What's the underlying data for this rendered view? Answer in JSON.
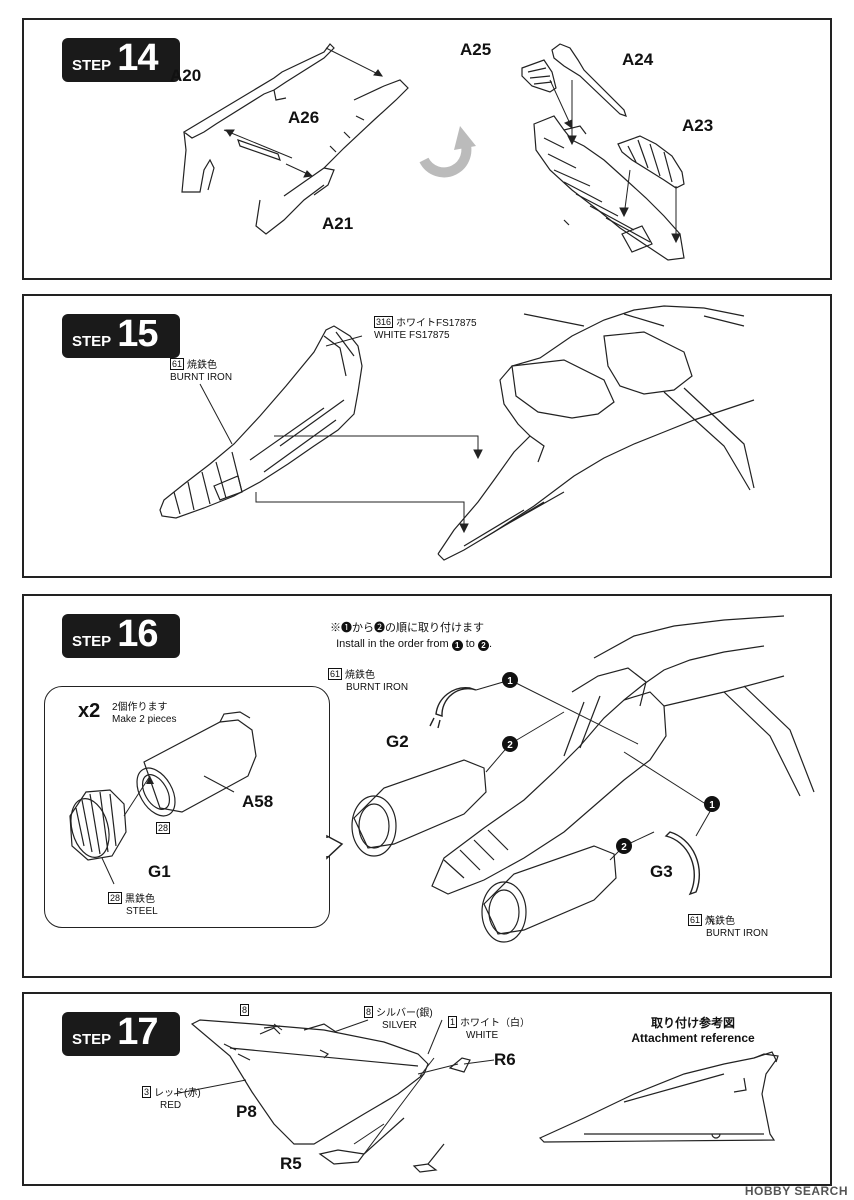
{
  "steps": [
    {
      "label": "STEP",
      "number": "14",
      "parts": [
        "A20",
        "A26",
        "A21",
        "A25",
        "A24",
        "A23"
      ]
    },
    {
      "label": "STEP",
      "number": "15",
      "paints": [
        {
          "code": "316",
          "jp": "ホワイトFS17875",
          "en": "WHITE FS17875"
        },
        {
          "code": "61",
          "jp": "焼鉄色",
          "en": "BURNT IRON"
        }
      ]
    },
    {
      "label": "STEP",
      "number": "16",
      "note_jp": "※❶から❷の順に取り付けます",
      "note_en_pre": "Install in the order from",
      "note_en_mid": "to",
      "order_1": "1",
      "order_2": "2",
      "qty": "x2",
      "qty_jp": "2個作ります",
      "qty_en": "Make 2 pieces",
      "parts": [
        "A58",
        "G1",
        "G2",
        "G3"
      ],
      "paints": [
        {
          "code": "28",
          "jp": "黒鉄色",
          "en": "STEEL"
        },
        {
          "code": "28"
        },
        {
          "code": "61",
          "jp": "焼鉄色",
          "en": "BURNT IRON"
        },
        {
          "code": "61",
          "jp": "焼鉄色",
          "en": "BURNT IRON"
        }
      ]
    },
    {
      "label": "STEP",
      "number": "17",
      "parts": [
        "P8",
        "R5",
        "R6"
      ],
      "paints": [
        {
          "code": "8"
        },
        {
          "code": "8",
          "jp": "シルバー(銀)",
          "en": "SILVER"
        },
        {
          "code": "1",
          "jp": "ホワイト（白）",
          "en": "WHITE"
        },
        {
          "code": "3",
          "jp": "レッド(赤)",
          "en": "RED"
        }
      ],
      "reference_jp": "取り付け参考図",
      "reference_en": "Attachment reference"
    }
  ],
  "watermark": "HOBBY SEARCH",
  "icons": [
    "rotate-arrow-icon"
  ]
}
